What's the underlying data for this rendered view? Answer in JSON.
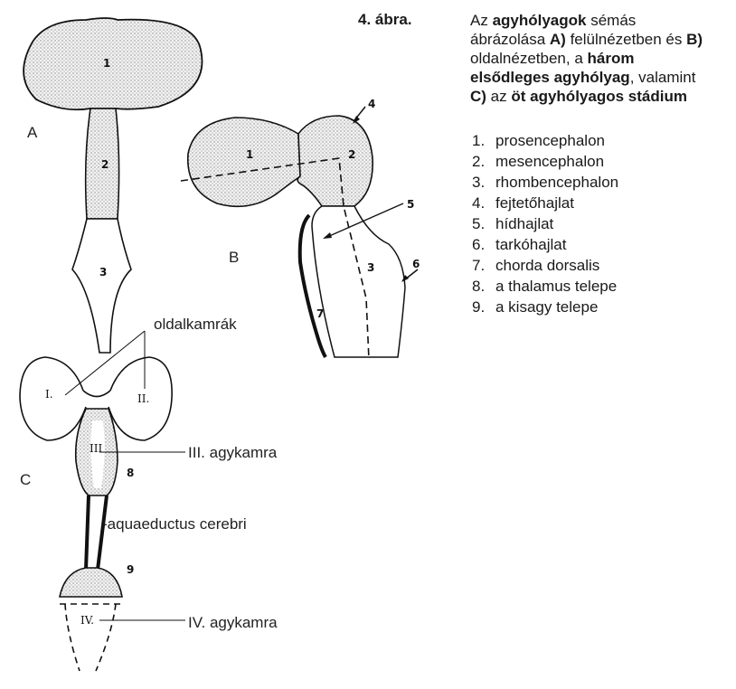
{
  "caption": {
    "head": "4. ábra.",
    "parts": [
      {
        "t": "Az ",
        "b": false
      },
      {
        "t": "agyhólyagok",
        "b": true
      },
      {
        "t": " sémás ábrázolása ",
        "b": false
      },
      {
        "t": "A)",
        "b": true
      },
      {
        "t": " felülnézetben és ",
        "b": false
      },
      {
        "t": "B)",
        "b": true
      },
      {
        "t": " oldalnézetben, a ",
        "b": false
      },
      {
        "t": "három elsődleges agyhólyag",
        "b": true
      },
      {
        "t": ", valamint ",
        "b": false
      },
      {
        "t": "C)",
        "b": true
      },
      {
        "t": " az ",
        "b": false
      },
      {
        "t": "öt agyhólyagos stádium",
        "b": true
      }
    ]
  },
  "legend": [
    {
      "num": "1.",
      "text": "prosencephalon"
    },
    {
      "num": "2.",
      "text": "mesencephalon"
    },
    {
      "num": "3.",
      "text": "rhombencephalon"
    },
    {
      "num": "4.",
      "text": "fejtetőhajlat"
    },
    {
      "num": "5.",
      "text": "hídhajlat"
    },
    {
      "num": "6.",
      "text": "tarkóhajlat"
    },
    {
      "num": "7.",
      "text": "chorda dorsalis"
    },
    {
      "num": "8.",
      "text": "a thalamus telepe"
    },
    {
      "num": "9.",
      "text": "a kisagy telepe"
    }
  ],
  "figure": {
    "panel_a": "A",
    "panel_b": "B",
    "panel_c": "C",
    "a_nums": [
      "1",
      "2",
      "3"
    ],
    "b_nums": [
      "1",
      "2",
      "3",
      "4",
      "5",
      "6",
      "7"
    ],
    "c_nums": [
      "8",
      "9"
    ],
    "c_roman": [
      "I.",
      "II.",
      "III",
      "IV."
    ],
    "label_oldalkamrak": "oldalkamrák",
    "label_iii": "III. agykamra",
    "label_aqueduct": "-aquaeductus cerebri",
    "label_iv": "IV. agykamra"
  }
}
